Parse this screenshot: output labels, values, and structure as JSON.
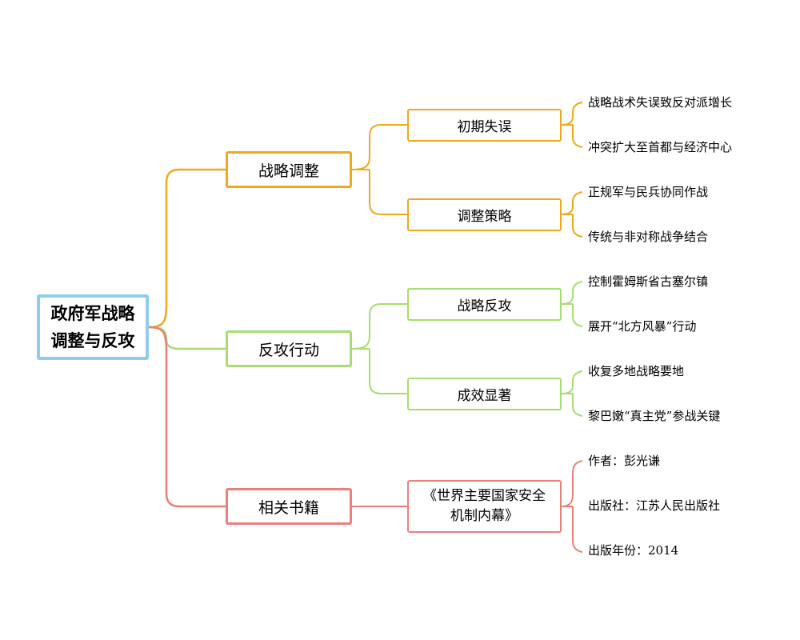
{
  "root": {
    "line1": "政府军战略",
    "line2": "调整与反攻"
  },
  "colors": {
    "root": "#8ecdf2",
    "orange": "#f0a91c",
    "green": "#a7dd72",
    "red": "#ec7f7c"
  },
  "branches": [
    {
      "label": "战略调整",
      "children": [
        {
          "label": "初期失误",
          "leaves": [
            "战略战术失误致反对派增长",
            "冲突扩大至首都与经济中心"
          ]
        },
        {
          "label": "调整策略",
          "leaves": [
            "正规军与民兵协同作战",
            "传统与非对称战争结合"
          ]
        }
      ]
    },
    {
      "label": "反攻行动",
      "children": [
        {
          "label": "战略反攻",
          "leaves": [
            "控制霍姆斯省古塞尔镇",
            "展开“北方风暴”行动"
          ]
        },
        {
          "label": "成效显著",
          "leaves": [
            "收复多地战略要地",
            "黎巴嫩“真主党”参战关键"
          ]
        }
      ]
    },
    {
      "label": "相关书籍",
      "children": [
        {
          "line1": "《世界主要国家安全",
          "line2": "机制内幕》",
          "leaves": [
            "作者：彭光谦",
            "出版社：江苏人民出版社",
            "出版年份：2014"
          ]
        }
      ]
    }
  ]
}
